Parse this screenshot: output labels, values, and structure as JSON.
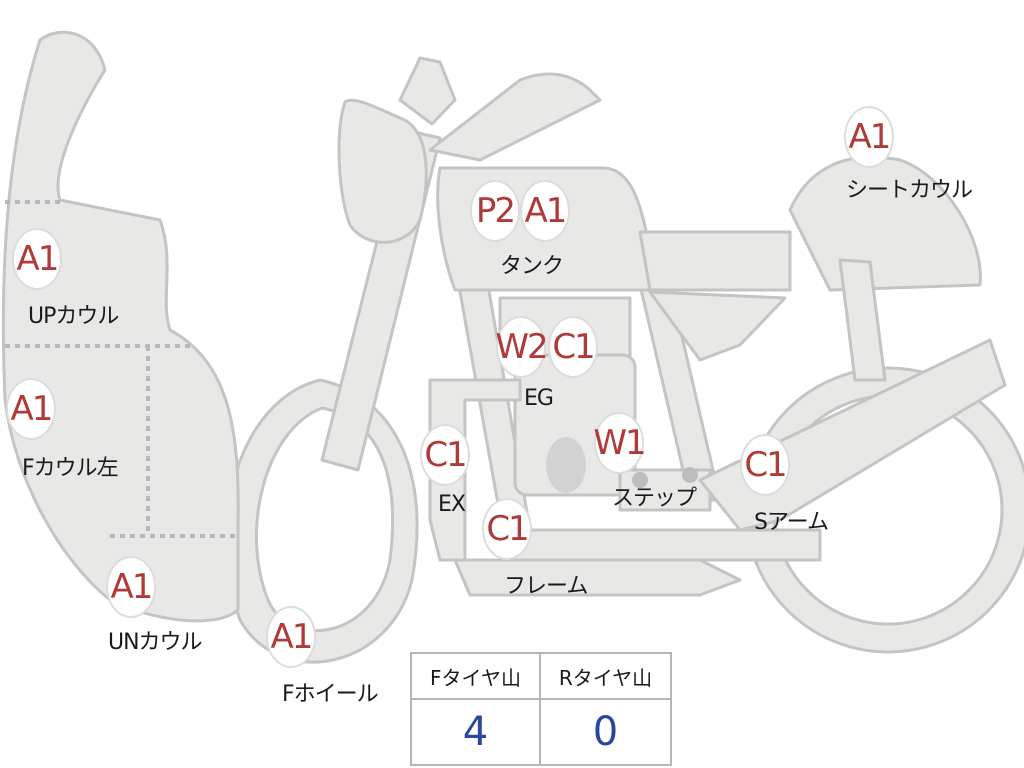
{
  "parts": [
    {
      "id": "up-cowl",
      "badges": [
        "A1"
      ],
      "label": "UPカウル"
    },
    {
      "id": "f-cowl-left",
      "badges": [
        "A1"
      ],
      "label": "Fカウル左"
    },
    {
      "id": "un-cowl",
      "badges": [
        "A1"
      ],
      "label": "UNカウル"
    },
    {
      "id": "f-wheel",
      "badges": [
        "A1"
      ],
      "label": "Fホイール"
    },
    {
      "id": "tank",
      "badges": [
        "P2",
        "A1"
      ],
      "label": "タンク"
    },
    {
      "id": "engine",
      "badges": [
        "W2",
        "C1"
      ],
      "label": "EG"
    },
    {
      "id": "exhaust",
      "badges": [
        "C1"
      ],
      "label": "EX"
    },
    {
      "id": "step",
      "badges": [
        "W1"
      ],
      "label": "ステップ"
    },
    {
      "id": "frame",
      "badges": [
        "C1"
      ],
      "label": "フレーム"
    },
    {
      "id": "swingarm",
      "badges": [
        "C1"
      ],
      "label": "Sアーム"
    },
    {
      "id": "seat-cowl",
      "badges": [
        "A1"
      ],
      "label": "シートカウル"
    }
  ],
  "tire_table": {
    "front_header": "Fタイヤ山",
    "rear_header": "Rタイヤ山",
    "front_value": "4",
    "rear_value": "0"
  },
  "colors": {
    "badge_text": "#b03a3a",
    "table_value": "#2a47a0",
    "part_fill": "#e8e8e6"
  }
}
